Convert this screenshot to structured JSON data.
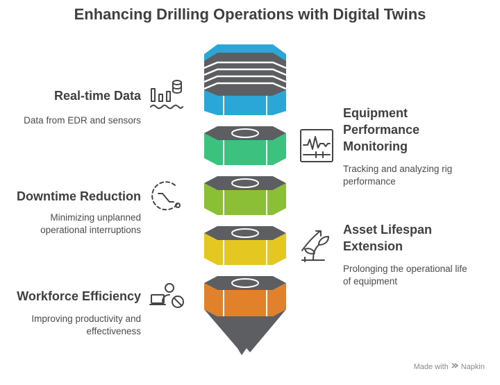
{
  "title": "Enhancing Drilling Operations with Digital Twins",
  "items": [
    {
      "title": "Real-time Data",
      "desc": [
        "Data from EDR and sensors"
      ],
      "icon": "bar-chart-database-icon",
      "color": "#2ba7d7"
    },
    {
      "title": "Equipment Performance Monitoring",
      "title_lines": [
        "Equipment",
        "Performance",
        "Monitoring"
      ],
      "desc": [
        "Tracking and analyzing rig",
        "performance"
      ],
      "icon": "monitor-waveform-icon",
      "color": "#3cc17f"
    },
    {
      "title": "Downtime Reduction",
      "desc": [
        "Minimizing unplanned",
        "operational interruptions"
      ],
      "icon": "clock-arrow-icon",
      "color": "#8bbf35"
    },
    {
      "title": "Asset Lifespan Extension",
      "title_lines": [
        "Asset Lifespan",
        "Extension"
      ],
      "desc": [
        "Prolonging the operational life",
        "of equipment"
      ],
      "icon": "growing-plant-icon",
      "color": "#e4c821"
    },
    {
      "title": "Workforce Efficiency",
      "desc": [
        "Improving productivity and",
        "effectiveness"
      ],
      "icon": "worker-laptop-icon",
      "color": "#e2812c"
    }
  ],
  "colors": {
    "cap": "#5d5e61",
    "bit": "#5d5e61",
    "ring": "#ffffff"
  },
  "watermark": {
    "prefix": "Made with",
    "brand": "Napkin"
  }
}
